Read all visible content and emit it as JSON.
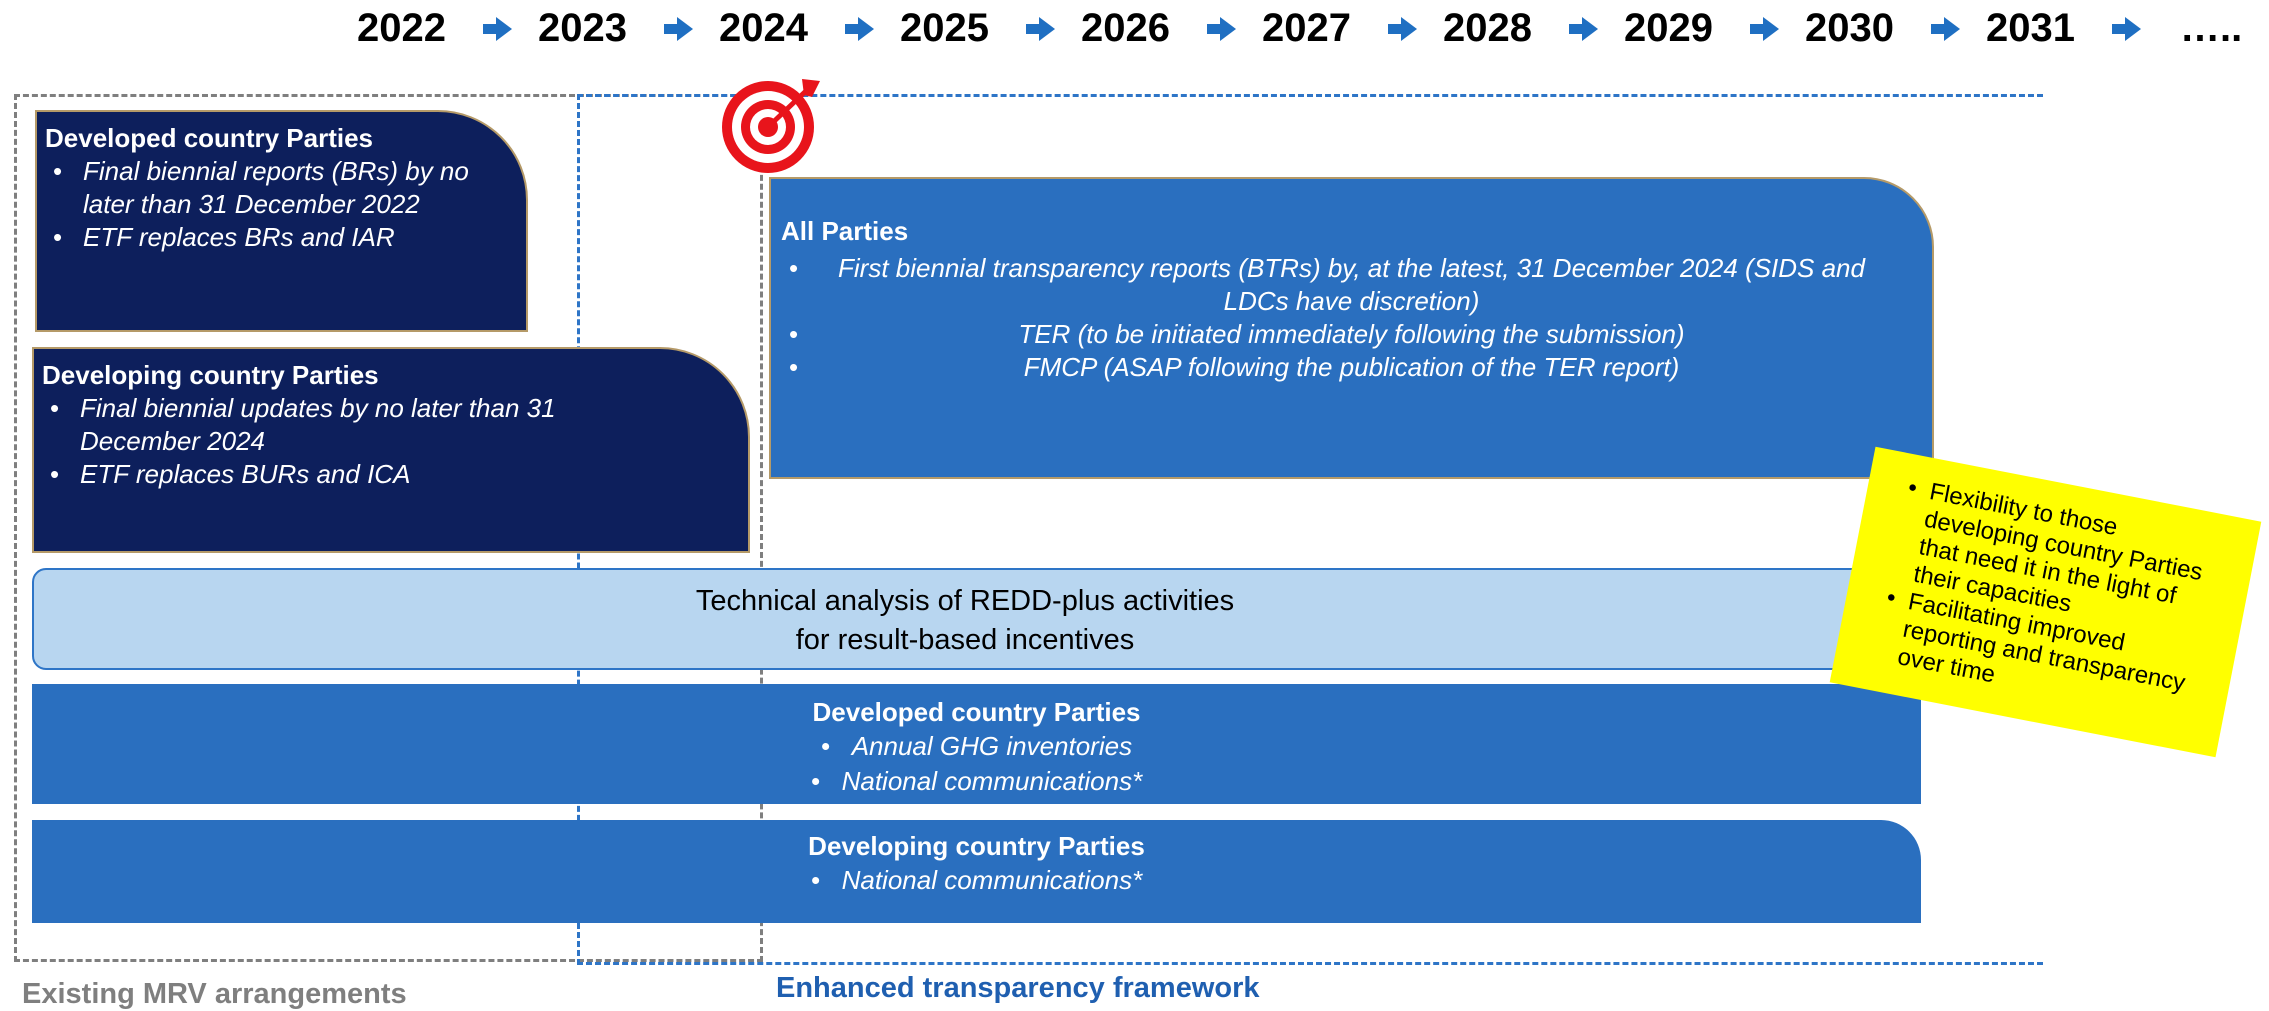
{
  "timeline": {
    "years": [
      "2022",
      "2023",
      "2024",
      "2025",
      "2026",
      "2027",
      "2028",
      "2029",
      "2030",
      "2031"
    ],
    "ellipsis": "….."
  },
  "developed_top": {
    "heading": "Developed country Parties",
    "bullets": [
      "Final biennial reports (BRs) by no later than 31 December 2022",
      "ETF replaces BRs and IAR"
    ]
  },
  "developing_top": {
    "heading": "Developing country Parties",
    "bullets": [
      "Final biennial updates by no later than 31 December 2024",
      "ETF replaces BURs and ICA"
    ]
  },
  "all_parties": {
    "heading": "All Parties",
    "bullets": [
      "First biennial transparency reports (BTRs) by, at the latest, 31 December 2024 (SIDS and LDCs have discretion)",
      "TER (to be initiated immediately following the submission)",
      "FMCP (ASAP following the publication of the TER report)"
    ]
  },
  "redd": {
    "line1": "Technical analysis of REDD-plus activities",
    "line2": "for result-based incentives"
  },
  "developed_bottom": {
    "heading": "Developed country Parties",
    "bullets": [
      "Annual GHG inventories",
      "National communications*"
    ]
  },
  "developing_bottom": {
    "heading": "Developing country Parties",
    "bullets": [
      "National communications*"
    ]
  },
  "flexibility_note": {
    "bullets": [
      "Flexibility to those developing country Parties that need it in the light of their capacities",
      "Facilitating improved reporting and transparency over time"
    ]
  },
  "captions": {
    "existing": "Existing MRV arrangements",
    "enhanced": "Enhanced transparency framework"
  },
  "colors": {
    "dark_box": "#0d1f5c",
    "blue_box": "#2a6fbf",
    "light_box": "#b8d6f0",
    "note": "#ffff00",
    "target": "#e8141b",
    "existing_caption": "#7f7f7f",
    "enhanced_caption": "#1f5fb0"
  },
  "icons": {
    "target": "target-icon",
    "arrow": "arrow-right-icon"
  }
}
